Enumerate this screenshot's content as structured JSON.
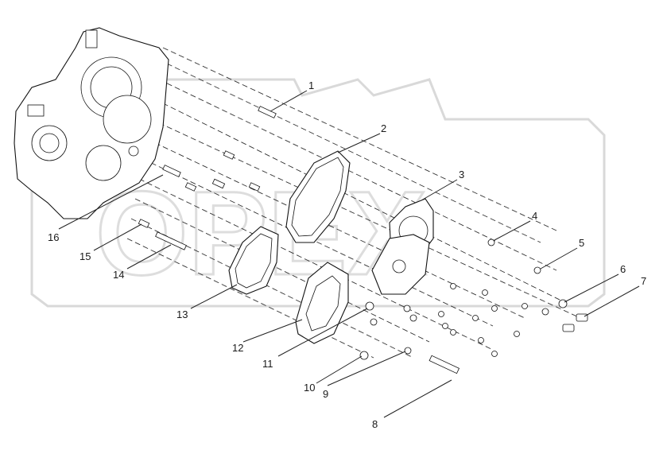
{
  "watermark": {
    "text": "OPEX"
  },
  "callouts": [
    {
      "id": "1",
      "label": "1"
    },
    {
      "id": "2",
      "label": "2"
    },
    {
      "id": "3",
      "label": "3"
    },
    {
      "id": "4",
      "label": "4"
    },
    {
      "id": "5",
      "label": "5"
    },
    {
      "id": "6",
      "label": "6"
    },
    {
      "id": "7",
      "label": "7"
    },
    {
      "id": "8",
      "label": "8"
    },
    {
      "id": "9",
      "label": "9"
    },
    {
      "id": "10",
      "label": "10"
    },
    {
      "id": "11",
      "label": "11"
    },
    {
      "id": "12",
      "label": "12"
    },
    {
      "id": "13",
      "label": "13"
    },
    {
      "id": "14",
      "label": "14"
    },
    {
      "id": "15",
      "label": "15"
    },
    {
      "id": "16",
      "label": "16"
    }
  ]
}
